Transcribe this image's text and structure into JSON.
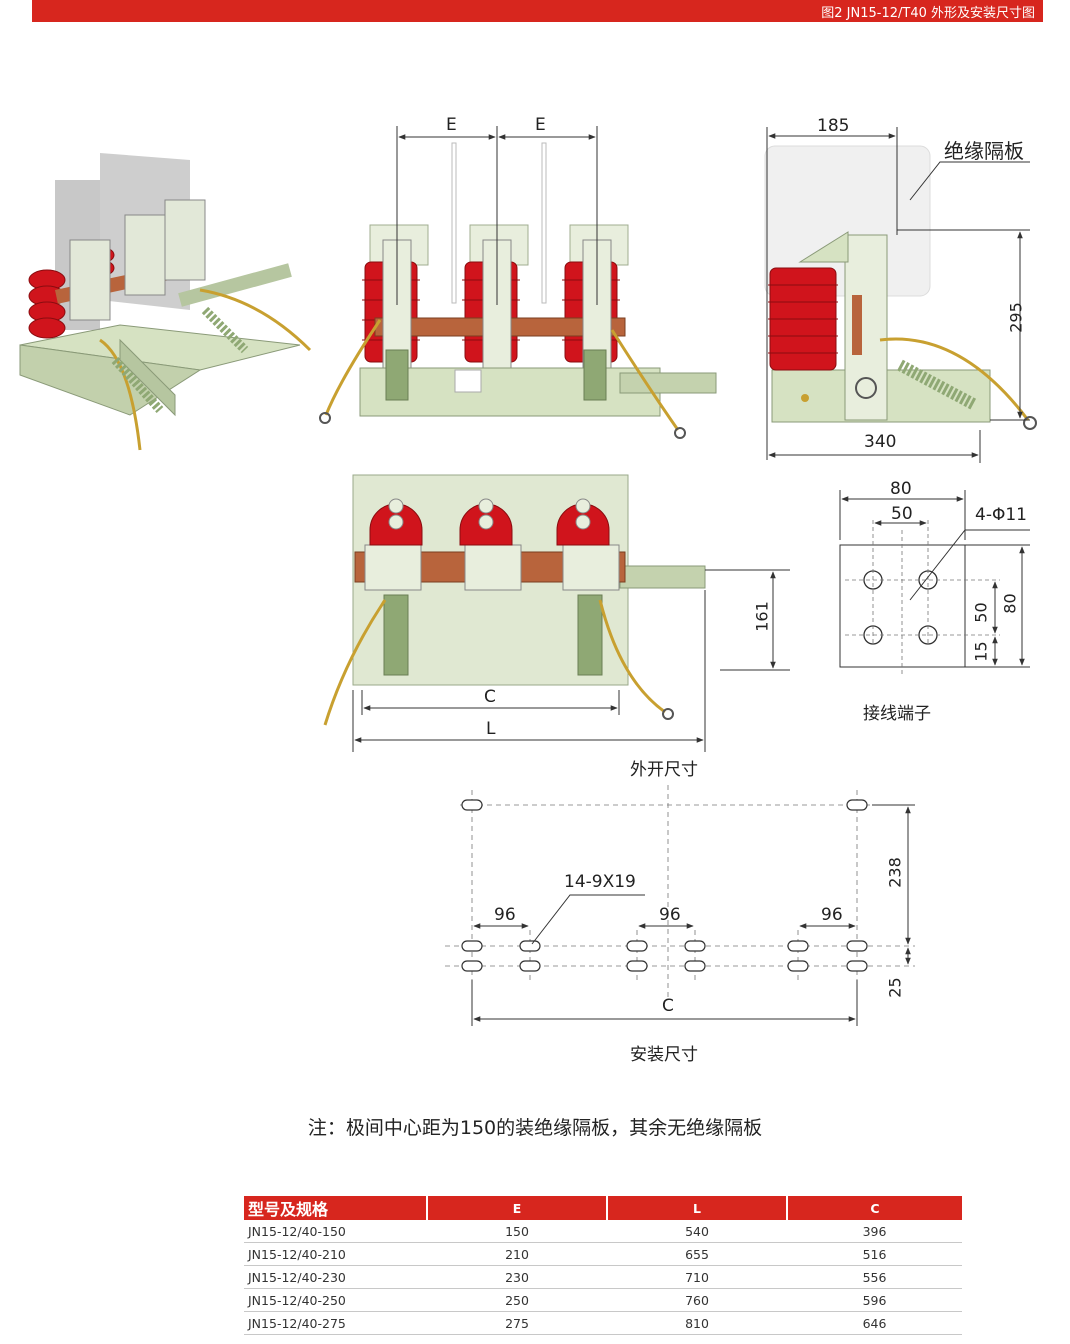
{
  "header": {
    "title": "图2 JN15-12/T40  外形及安装尺寸图"
  },
  "front_view": {
    "dim_e1": "E",
    "dim_e2": "E"
  },
  "side_view": {
    "dim_top": "185",
    "dim_height": "295",
    "dim_bottom": "340",
    "callout": "绝缘隔板"
  },
  "top_view": {
    "dim_height": "161",
    "dim_c": "C",
    "dim_l": "L",
    "caption": "外开尺寸"
  },
  "terminal": {
    "dim_80_top": "80",
    "dim_50_top": "50",
    "hole_spec": "4-Φ11",
    "dim_50_side": "50",
    "dim_80_side": "80",
    "dim_15": "15",
    "caption": "接线端子"
  },
  "mounting": {
    "slot_spec": "14-9X19",
    "dim_96_a": "96",
    "dim_96_b": "96",
    "dim_96_c": "96",
    "dim_238": "238",
    "dim_25": "25",
    "dim_c": "C",
    "caption": "安装尺寸"
  },
  "note": "注：极间中心距为150的装绝缘隔板，其余无绝缘隔板",
  "spec_table": {
    "headers": [
      "型号及规格",
      "E",
      "L",
      "C"
    ],
    "rows": [
      [
        "JN15-12/40-150",
        "150",
        "540",
        "396"
      ],
      [
        "JN15-12/40-210",
        "210",
        "655",
        "516"
      ],
      [
        "JN15-12/40-230",
        "230",
        "710",
        "556"
      ],
      [
        "JN15-12/40-250",
        "250",
        "760",
        "596"
      ],
      [
        "JN15-12/40-275",
        "275",
        "810",
        "646"
      ]
    ]
  },
  "colors": {
    "accent": "#d7261e",
    "insulator": "#c8161d",
    "frame": "#d8e4c4",
    "shaft": "#b8643c",
    "cable": "#c8a030"
  }
}
